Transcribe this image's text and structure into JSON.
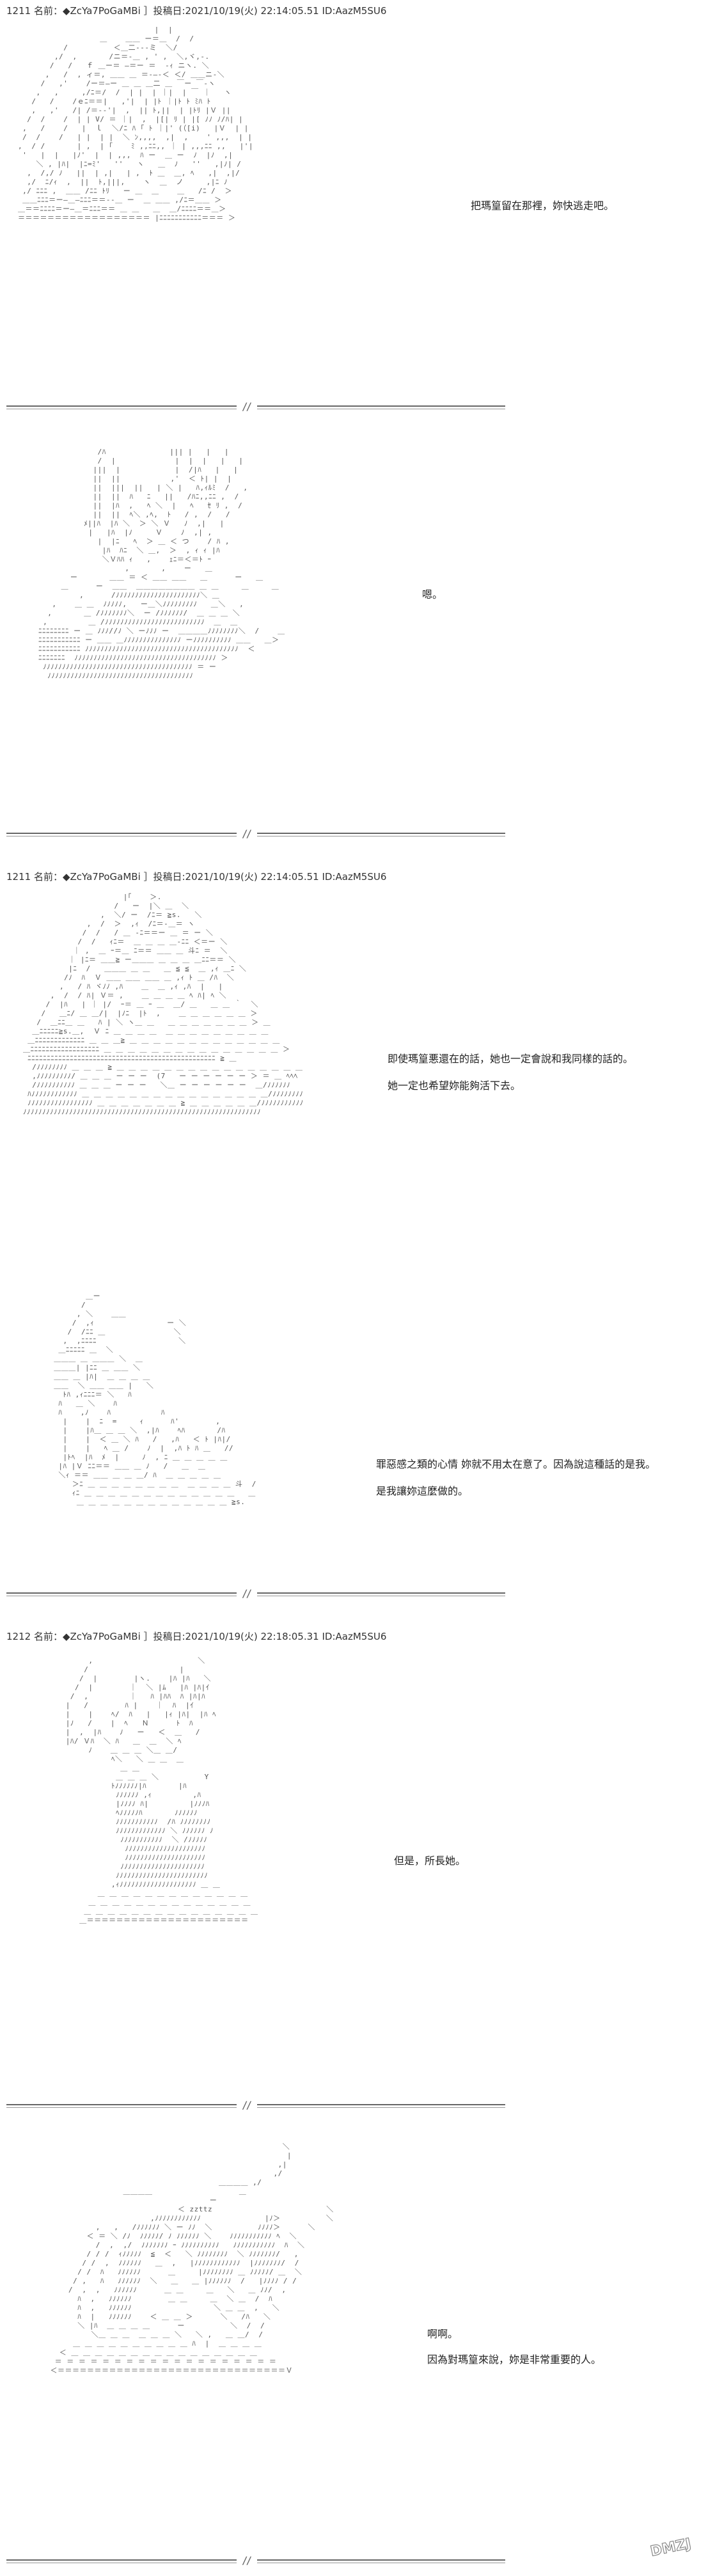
{
  "posts": [
    {
      "header": "1211 名前：◆ZcYa7PoGaMBi ］投稿日:2021/10/19(火) 22:14:05.51 ID:AazM5SU6",
      "panels": [
        {
          "dialogue": [
            "把瑪篁留在那裡，妳快逃走吧。"
          ]
        },
        {
          "dialogue": [
            "嗯。"
          ]
        }
      ]
    },
    {
      "header": "1211 名前：◆ZcYa7PoGaMBi ］投稿日:2021/10/19(火) 22:14:05.51 ID:AazM5SU6",
      "panels": [
        {
          "dialogue": [
            "即使瑪篁悪還在的話，她也一定會說和我同樣的話的。",
            "她一定也希望妳能夠活下去。"
          ]
        },
        {
          "dialogue": [
            "罪惡感之類的心情 妳就不用太在意了。因為說這種話的是我。",
            "是我讓妳這麼做的。"
          ]
        }
      ]
    },
    {
      "header": "1212 名前：◆ZcYa7PoGaMBi ］投稿日:2021/10/19(火) 22:18:05.31 ID:AazM5SU6",
      "panels": [
        {
          "dialogue": [
            "但是，所長她。"
          ]
        },
        {
          "dialogue": [
            "啊啊。",
            "因為對瑪篁來說，妳是非常重要的人。"
          ]
        }
      ]
    }
  ],
  "watermark_text": "DMZJ"
}
